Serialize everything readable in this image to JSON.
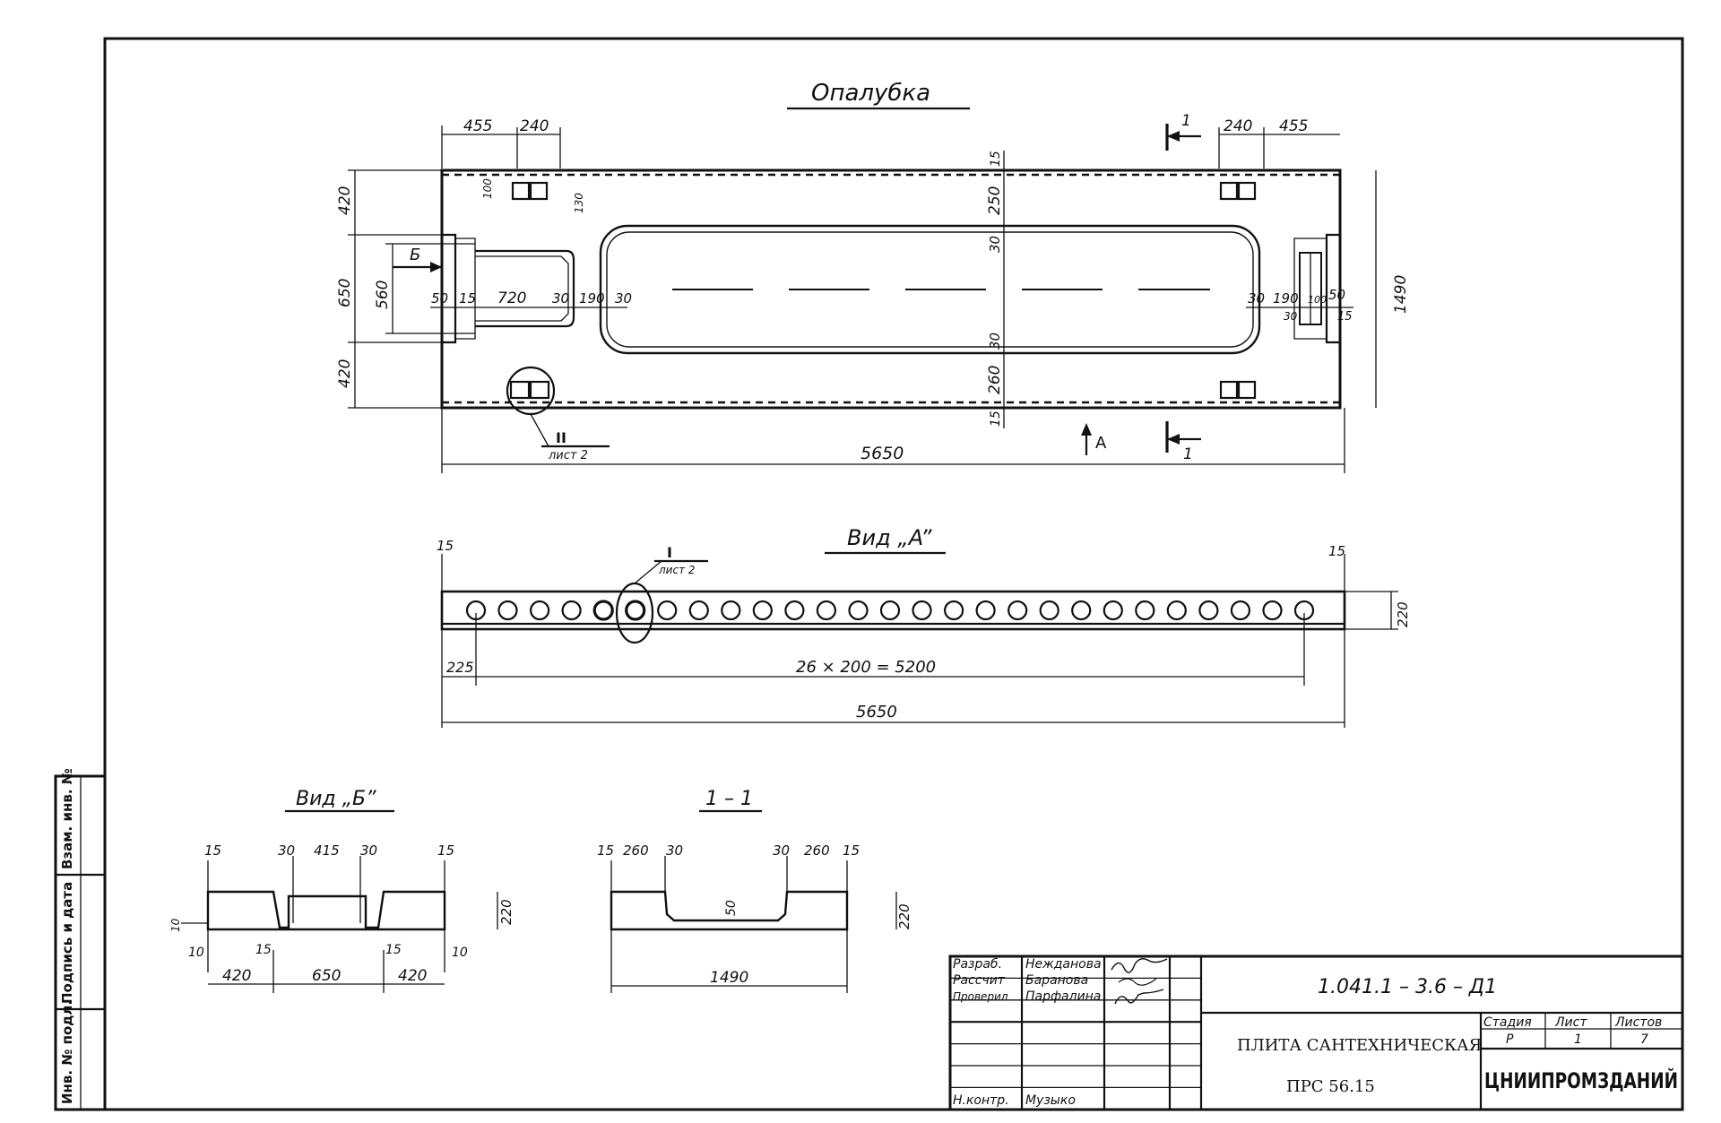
{
  "formwork": {
    "title": "Опалубка",
    "dim_top_left_455": "455",
    "dim_top_left_240": "240",
    "dim_top_right_240": "240",
    "dim_top_right_455": "455",
    "dim_left_420_top": "420",
    "dim_left_650": "650",
    "dim_left_560": "560",
    "dim_left_420_bottom": "420",
    "dim_right_1490": "1490",
    "dim_15_top": "15",
    "dim_250": "250",
    "dim_30_upper": "30",
    "dim_30_lower": "30",
    "dim_260": "260",
    "dim_15_bottom": "15",
    "dim_100": "100",
    "dim_130": "130",
    "left_row": [
      "50",
      "15",
      "720",
      "30",
      "190",
      "30"
    ],
    "right_row": [
      "30",
      "190",
      "30",
      "100",
      "50",
      "15"
    ],
    "dim_total": "5650",
    "section_mark": "1",
    "view_b_mark": "Б",
    "view_a_mark": "A",
    "callout_num": "II",
    "callout_sheet": "лист 2"
  },
  "view_a": {
    "title": "Вид „A”",
    "dim_15_left": "15",
    "dim_15_right": "15",
    "dim_220": "220",
    "dim_225": "225",
    "dim_pitch": "26 × 200 = 5200",
    "dim_total": "5650",
    "callout_num": "I",
    "callout_sheet": "лист 2"
  },
  "view_b": {
    "title": "Вид „Б”",
    "top_dims": [
      "15",
      "30",
      "415",
      "30",
      "15"
    ],
    "dim_220": "220",
    "dim_10_side": "10",
    "bottom_small": [
      "10",
      "15",
      "15",
      "10"
    ],
    "bottom_dims": [
      "420",
      "650",
      "420"
    ]
  },
  "section_1_1": {
    "title": "1 – 1",
    "top_dims": [
      "15",
      "260",
      "30",
      "30",
      "260",
      "15"
    ],
    "dim_50": "50",
    "dim_220": "220",
    "dim_1490": "1490"
  },
  "stamp": {
    "roles": [
      "Разраб.",
      "Рассчит",
      "Проверил",
      "",
      "",
      "",
      "Н.контр."
    ],
    "names": [
      "Нежданова",
      "Баранова",
      "Парфалина",
      "",
      "",
      "",
      "Музыко"
    ],
    "code": "1.041.1 – 3.6 – Д1",
    "name_line1": "ПЛИТА САНТЕХНИЧЕСКАЯ",
    "name_line2": "ПРС 56.15",
    "h_stage": "Стадия",
    "h_sheet": "Лист",
    "h_sheets": "Листов",
    "v_stage": "Р",
    "v_sheet": "1",
    "v_sheets": "7",
    "org": "ЦНИИПРОМЗДАНИЙ"
  },
  "side_stamp": {
    "inv_label": "Инв. № подл.",
    "sign_label": "Подпись и дата",
    "replace_label": "Взам. инв. №"
  }
}
